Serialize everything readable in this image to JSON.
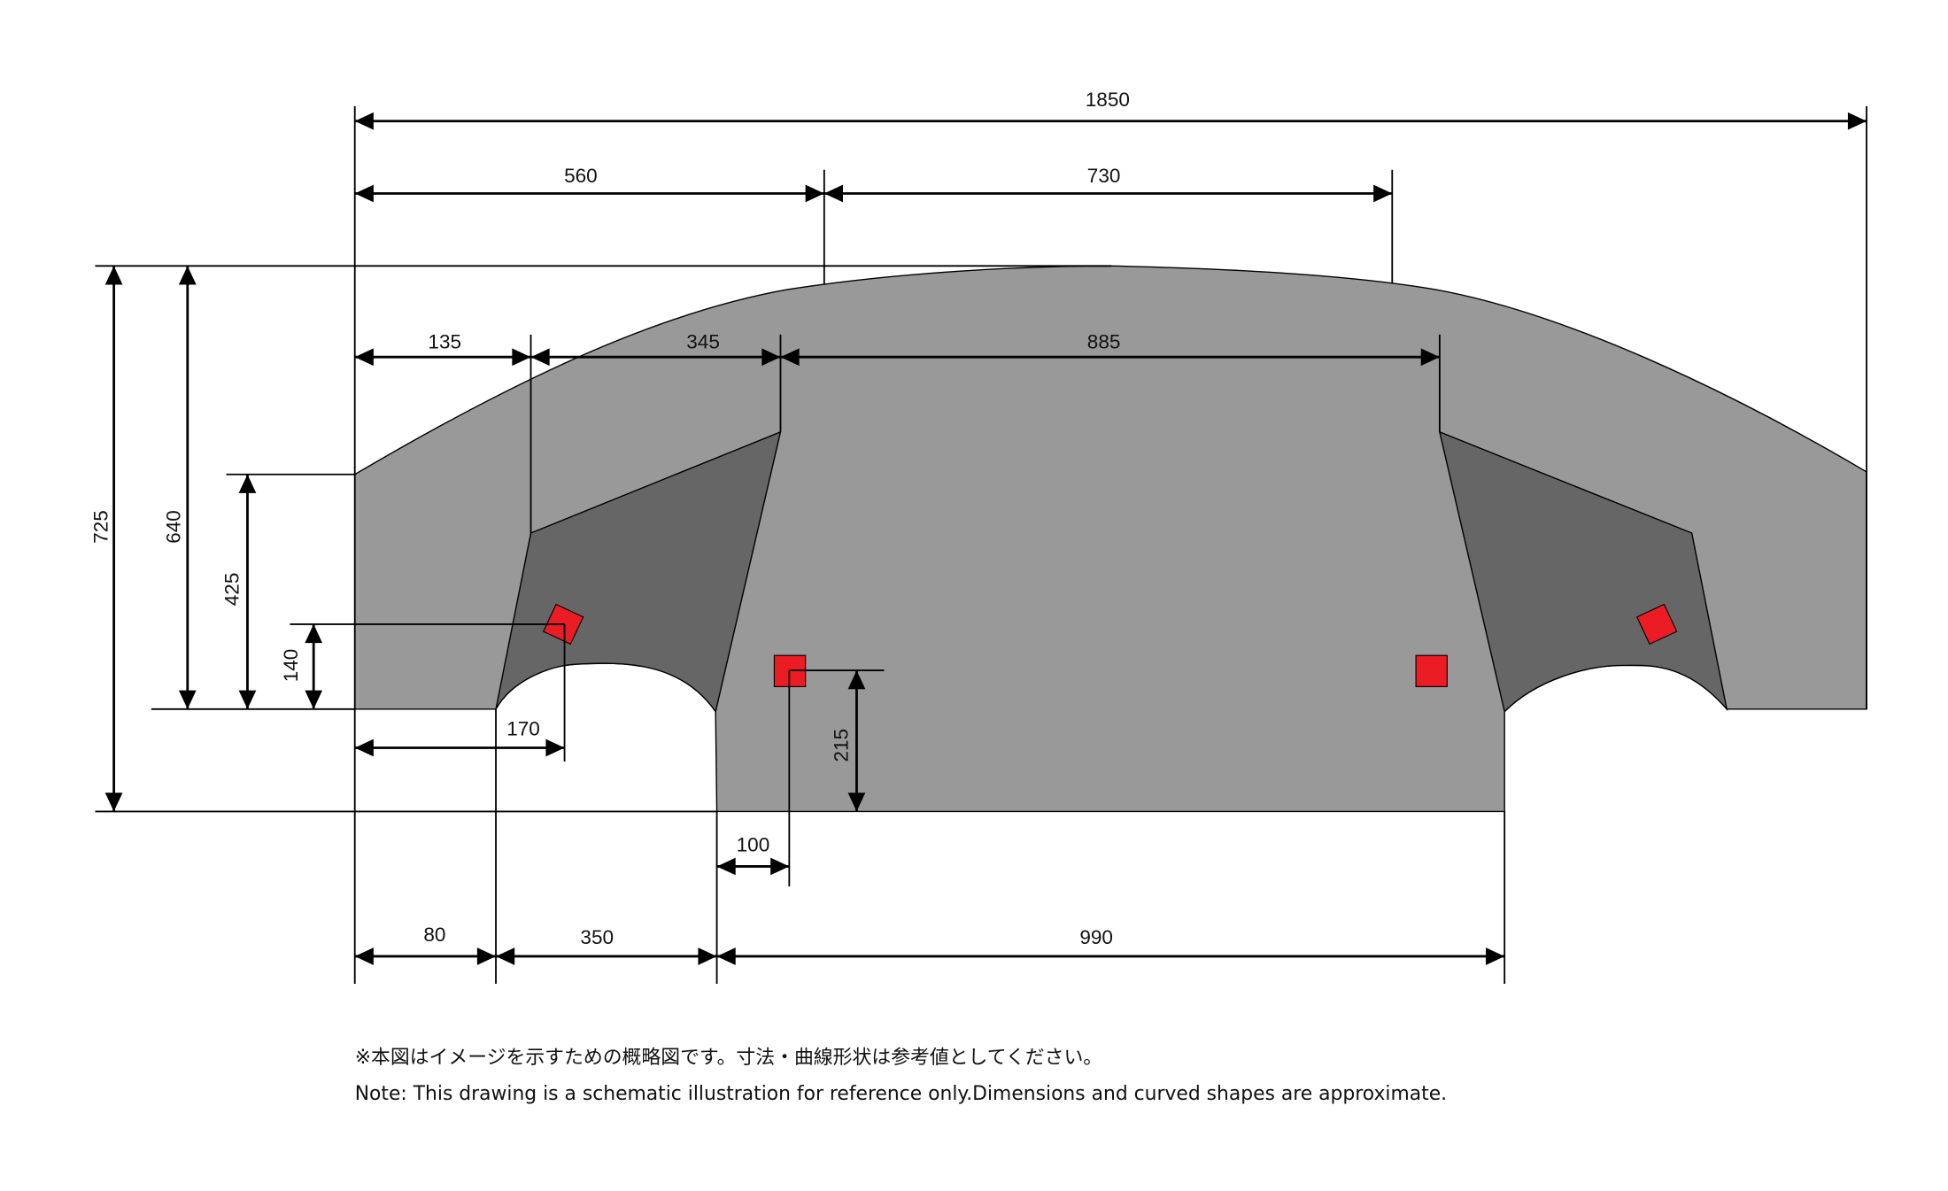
{
  "colors": {
    "body": "#999999",
    "recess": "#666666",
    "marker": "#ec1c24",
    "line": "#000000"
  },
  "dimensions": {
    "overall_width": "1850",
    "top_left": "560",
    "top_right": "730",
    "upper_left_offset": "135",
    "upper_left_recess": "345",
    "upper_center": "885",
    "marker_offset_x": "170",
    "center_marker_offset": "100",
    "bottom_left_offset": "80",
    "arch_width": "350",
    "center_bottom": "990",
    "total_height": "725",
    "height_640": "640",
    "side_height": "425",
    "marker_height": "140",
    "center_marker_height": "215"
  },
  "notes": {
    "japanese": "※本図はイメージを示すための概略図です。寸法・曲線形状は参考値としてください。",
    "english": "Note: This drawing is a schematic illustration for reference only.Dimensions and curved shapes are approximate."
  }
}
